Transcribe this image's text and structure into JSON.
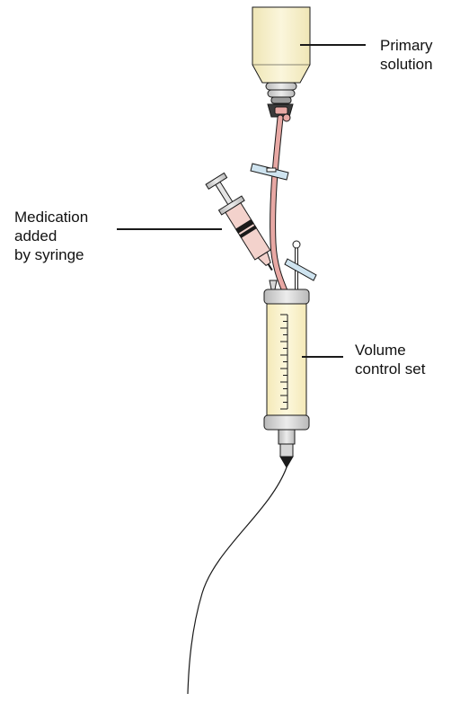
{
  "labels": {
    "primary_solution": [
      "Primary",
      "solution"
    ],
    "medication": [
      "Medication",
      "added",
      "by syringe"
    ],
    "volume_control": [
      "Volume",
      "control set"
    ]
  },
  "colors": {
    "bottle_fill": "#f7f0cc",
    "chamber_fill": "#fbf3c8",
    "tubing": "#e8a8a4",
    "syringe_fill": "#f3d2cc",
    "clamp": "#cfe4f0",
    "cap_gray": "#d6d6d6",
    "stroke": "#1a1a1a"
  }
}
